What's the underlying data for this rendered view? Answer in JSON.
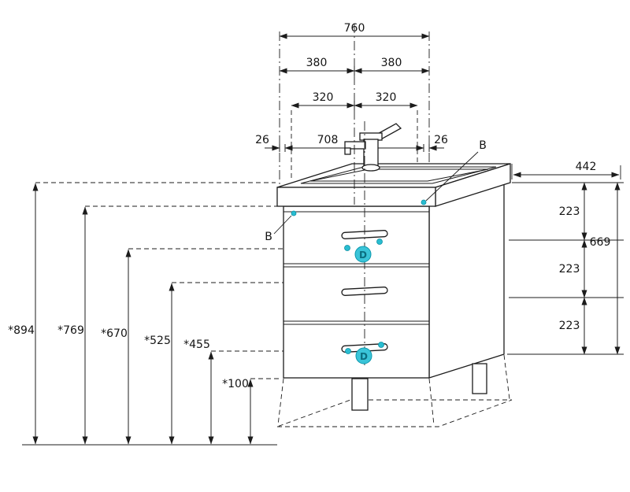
{
  "dimensions": {
    "top_width_overall": "760",
    "top_width_halves": [
      "380",
      "380"
    ],
    "top_hole_spacing": [
      "320",
      "320"
    ],
    "top_edge_offsets": [
      "26",
      "26"
    ],
    "top_inner_width": "708",
    "depth": "442",
    "height_overall": "669",
    "right_sections": [
      "223",
      "223",
      "223"
    ],
    "left_heights": [
      "*894",
      "*769",
      "*670",
      "*525",
      "*455",
      "*100"
    ]
  },
  "callouts": {
    "b": "B",
    "d": "D"
  },
  "colors": {
    "accent": "#29bdd1",
    "line": "#1c1c1c"
  }
}
